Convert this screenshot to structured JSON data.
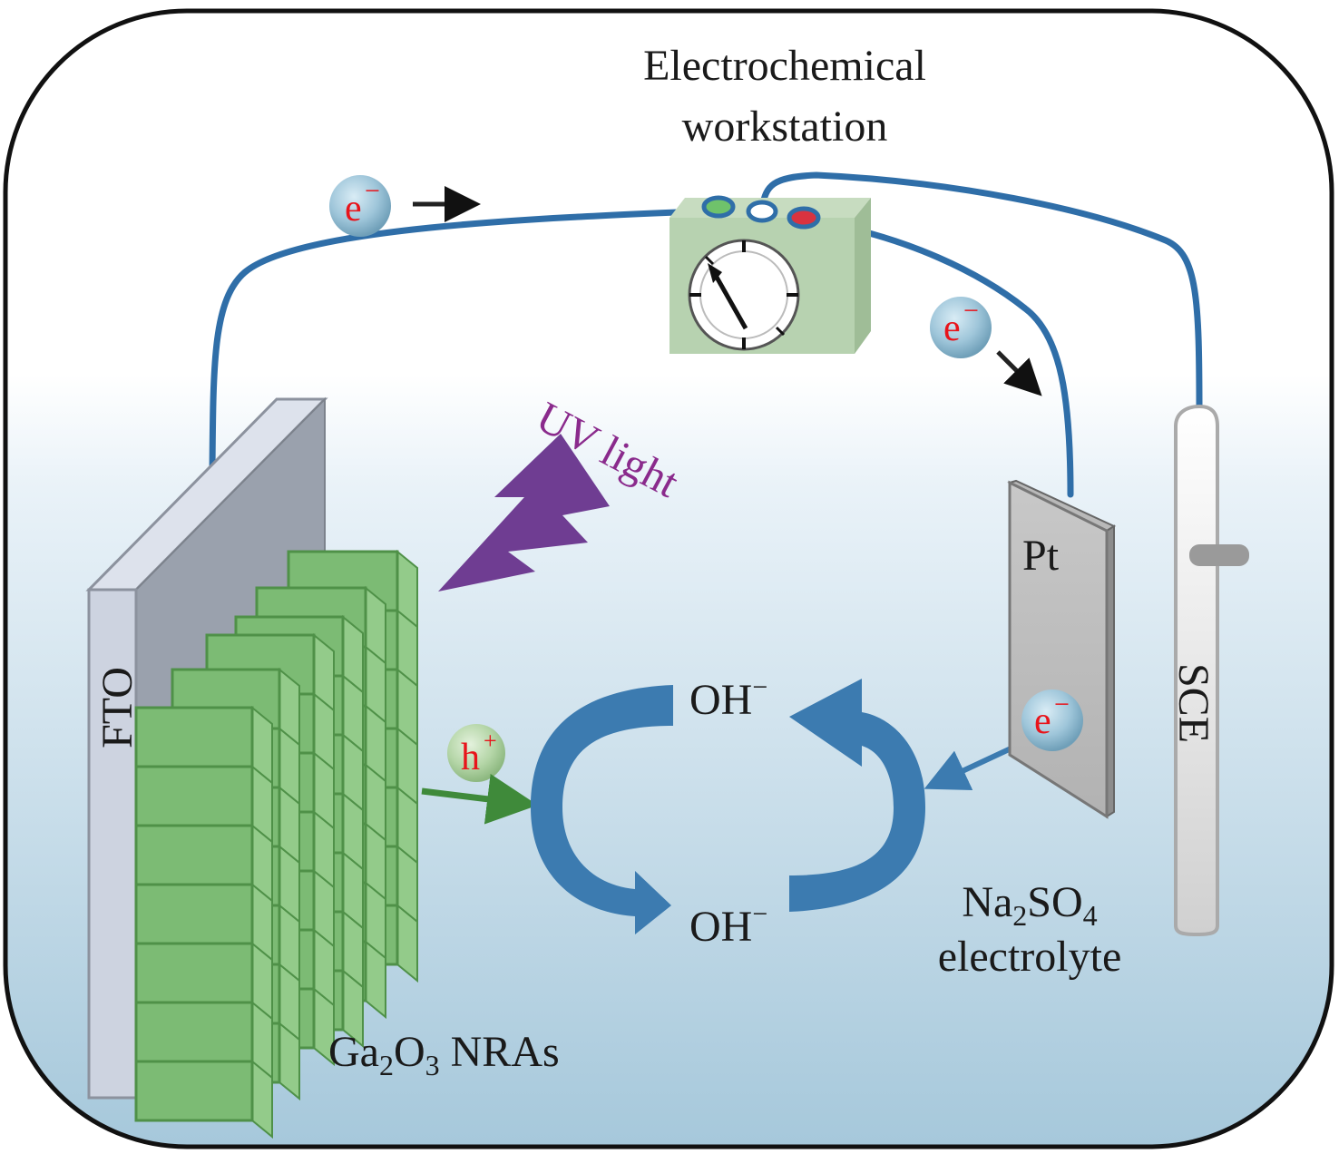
{
  "title": {
    "line1": "Electrochemical",
    "line2": "workstation"
  },
  "labels": {
    "uv_light": "UV light",
    "fto": "FTO",
    "pt": "Pt",
    "sce": "SCE",
    "hydroxide_top": "OH",
    "hydroxide_bottom": "OH",
    "minus": "−",
    "plus": "+",
    "electrolyte_na": "Na",
    "electrolyte_sub2": "2",
    "electrolyte_so": "SO",
    "electrolyte_sub4": "4",
    "electrolyte_word": "electrolyte",
    "nras_ga": "Ga",
    "nras_sub2": "2",
    "nras_o": "O",
    "nras_sub3": "3",
    "nras_word": "NRAs"
  },
  "particles": {
    "electron_symbol": "e",
    "hole_symbol": "h"
  },
  "colors": {
    "wire": "#2f6ea8",
    "uv": "#7a3d96",
    "nanorod": "#7cbb74",
    "nanorod_dark": "#4f9148",
    "cycle_arrow": "#3c7bb0",
    "charge_text": "#e8141b",
    "electrolyte_top": "#ffffff",
    "electrolyte_bottom": "#a9cbdd",
    "workstation": "#b7d2b0",
    "terminal_green": "#6fc26b",
    "terminal_red": "#d9333f"
  }
}
